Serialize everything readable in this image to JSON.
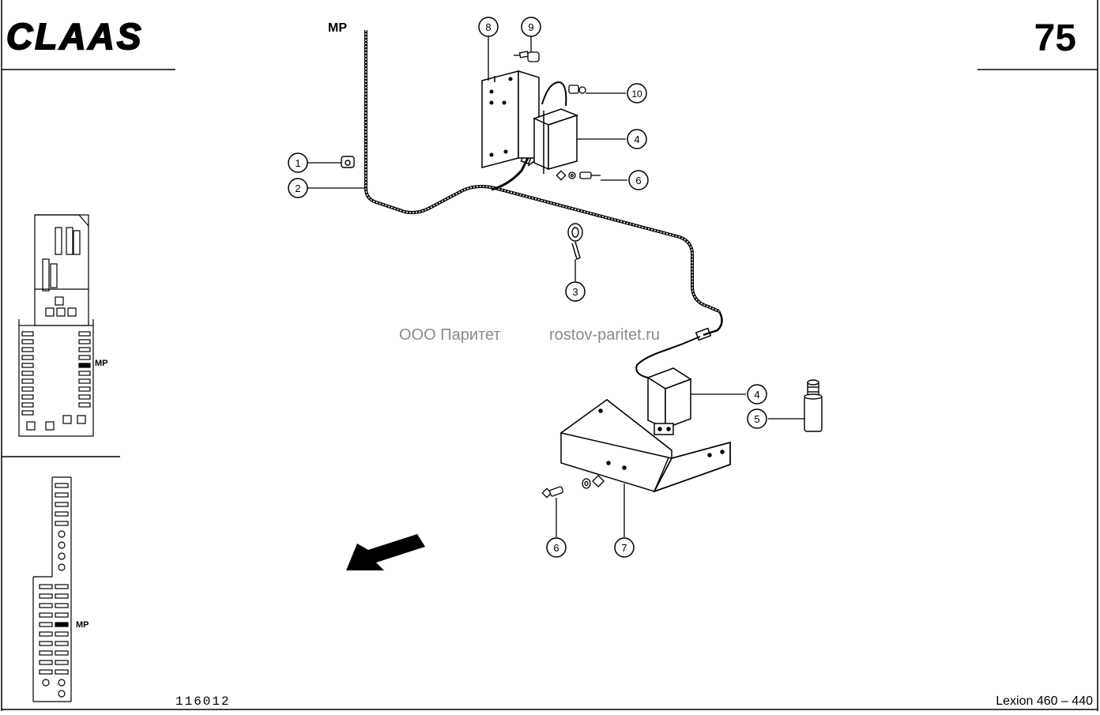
{
  "header": {
    "brand": "CLAAS",
    "page_number": "75",
    "section_label": "MP"
  },
  "watermark": {
    "company": "ООО Паритет",
    "site": "rostov-paritet.ru"
  },
  "thumbnails": {
    "upper_label": "MP",
    "lower_label": "MP"
  },
  "callouts": [
    {
      "id": "1",
      "label": "1"
    },
    {
      "id": "2",
      "label": "2"
    },
    {
      "id": "3",
      "label": "3"
    },
    {
      "id": "4a",
      "label": "4"
    },
    {
      "id": "4b",
      "label": "4"
    },
    {
      "id": "5",
      "label": "5"
    },
    {
      "id": "6a",
      "label": "6"
    },
    {
      "id": "6b",
      "label": "6"
    },
    {
      "id": "7",
      "label": "7"
    },
    {
      "id": "8",
      "label": "8"
    },
    {
      "id": "9",
      "label": "9"
    },
    {
      "id": "10",
      "label": "10"
    }
  ],
  "footer": {
    "drawing_number": "116012",
    "model": "Lexion 460 – 440"
  }
}
